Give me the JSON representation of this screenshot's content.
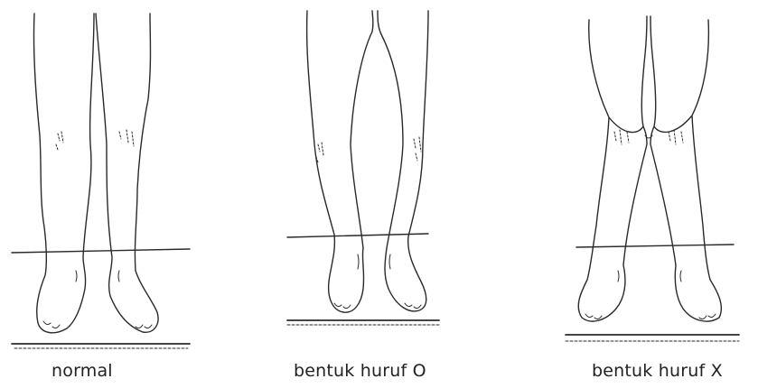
{
  "figure": {
    "panels": [
      {
        "id": "normal",
        "caption": "normal",
        "icon": "normal-legs-drawing"
      },
      {
        "id": "o",
        "caption": "bentuk huruf O",
        "icon": "bow-legs-drawing"
      },
      {
        "id": "x",
        "caption": "bentuk huruf X",
        "icon": "knock-knees-drawing"
      }
    ],
    "colors": {
      "line": "#2a2a2a",
      "background": "#ffffff"
    }
  }
}
